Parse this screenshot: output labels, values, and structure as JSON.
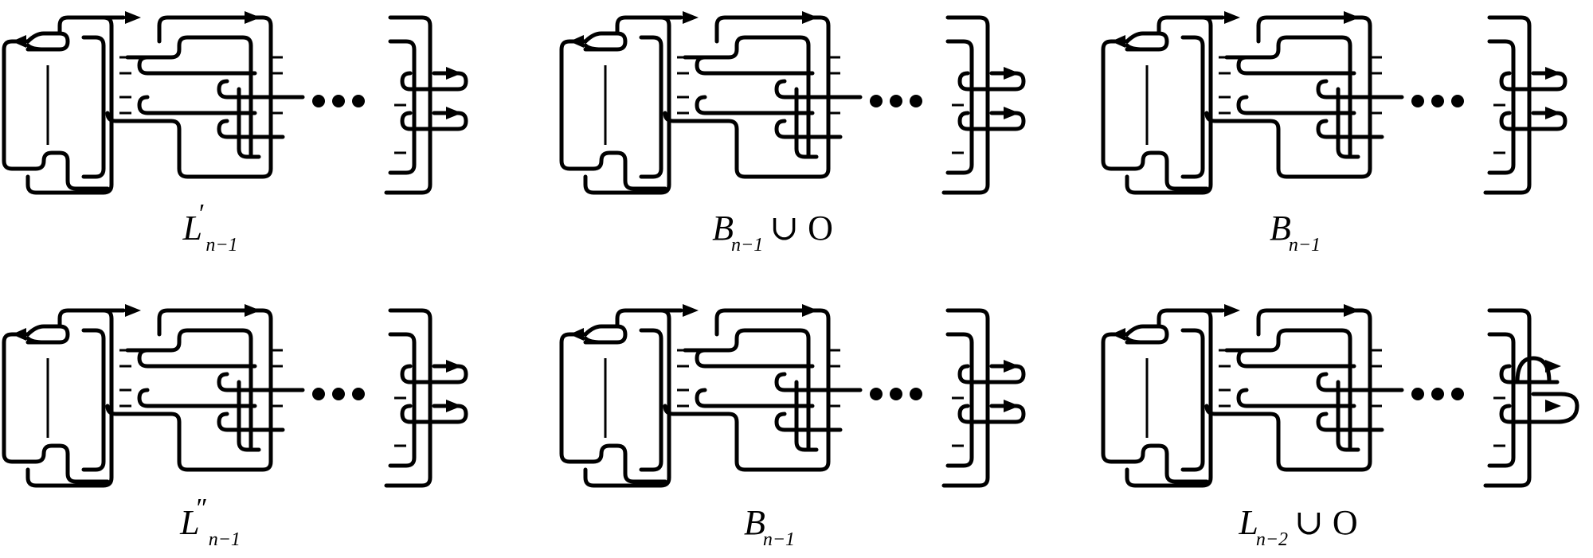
{
  "figure": {
    "panels": [
      {
        "id": "p1",
        "label": {
          "base": "L",
          "prime": "′",
          "sub": "n−1",
          "suffix": ""
        },
        "column": 0,
        "row": 0,
        "right_loop_style": "normal"
      },
      {
        "id": "p2",
        "label": {
          "base": "B",
          "prime": "",
          "sub": "n−1",
          "suffix": "∪ O"
        },
        "column": 1,
        "row": 0,
        "right_loop_style": "normal"
      },
      {
        "id": "p3",
        "label": {
          "base": "B",
          "prime": "",
          "sub": "n−1",
          "suffix": ""
        },
        "column": 2,
        "row": 0,
        "right_loop_style": "normal"
      },
      {
        "id": "p4",
        "label": {
          "base": "L",
          "prime": "″",
          "sub": "n−1",
          "suffix": ""
        },
        "column": 0,
        "row": 1,
        "right_loop_style": "normal"
      },
      {
        "id": "p5",
        "label": {
          "base": "B",
          "prime": "",
          "sub": "n−1",
          "suffix": ""
        },
        "column": 1,
        "row": 1,
        "right_loop_style": "normal"
      },
      {
        "id": "p6",
        "label": {
          "base": "L",
          "prime": "",
          "sub": "n−2",
          "suffix": "∪ O"
        },
        "column": 2,
        "row": 1,
        "right_loop_style": "clasp"
      }
    ]
  }
}
